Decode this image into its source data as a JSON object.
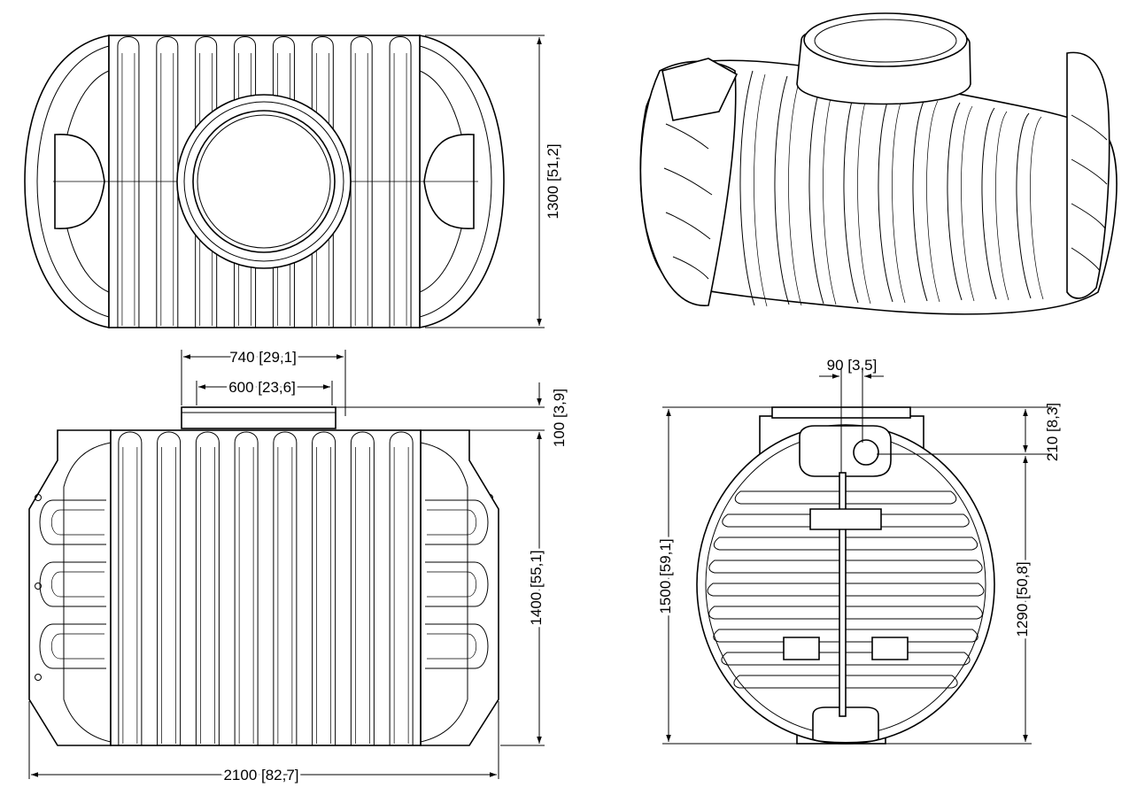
{
  "colors": {
    "line": "#000000",
    "background": "#ffffff"
  },
  "views": {
    "top": {
      "dims": {
        "height": "1300 [51,2]"
      }
    },
    "side": {
      "dims": {
        "neck_outer": "740 [29,1]",
        "neck_inner": "600 [23,6]",
        "neck_height": "100 [3,9]",
        "body_height": "1400 [55,1]",
        "length": "2100 [82,7]"
      }
    },
    "end": {
      "dims": {
        "offset": "90 [3,5]",
        "top_offset": "210 [8,3]",
        "total_height": "1500 [59,1]",
        "inner_height": "1290 [50,8]"
      }
    }
  }
}
